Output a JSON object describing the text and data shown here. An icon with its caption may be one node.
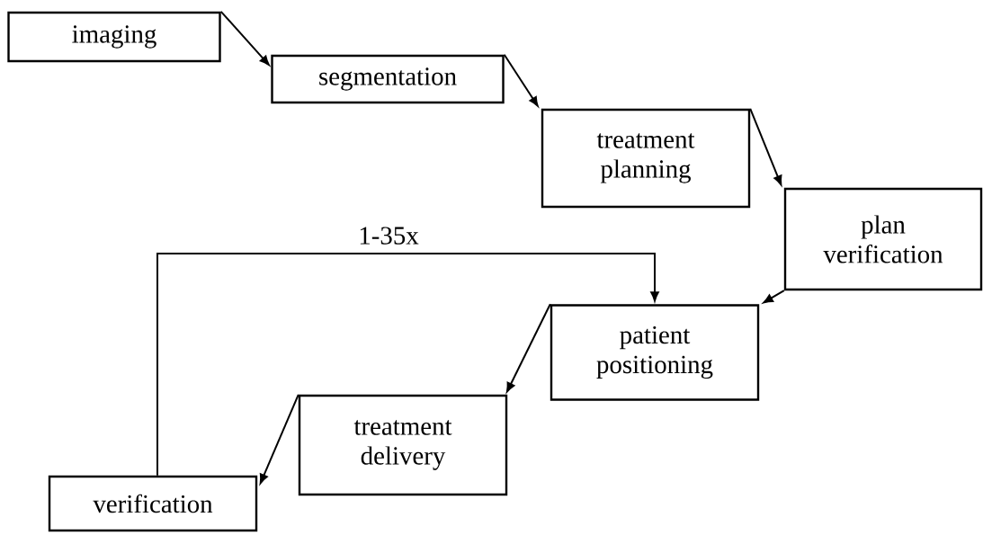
{
  "diagram": {
    "nodes": [
      {
        "text": [
          "imaging"
        ]
      },
      {
        "text": [
          "segmentation"
        ]
      },
      {
        "text": [
          "treatment planning"
        ]
      },
      {
        "text": [
          "plan verification"
        ]
      },
      {
        "text": [
          "patient positioning"
        ]
      },
      {
        "text": [
          "treatment delivery"
        ]
      },
      {
        "text": [
          "verification"
        ]
      }
    ],
    "edges": [
      {
        "from": 0,
        "to": 1,
        "arrow": "to"
      },
      {
        "from": 1,
        "to": 2,
        "arrow": "to"
      },
      {
        "from": 2,
        "to": 3,
        "arrow": "to"
      },
      {
        "from": 3,
        "to": 4,
        "arrow": "to"
      },
      {
        "from": 4,
        "to": 5,
        "arrow": "to"
      },
      {
        "from": 5,
        "to": 6,
        "arrow": "to"
      },
      {
        "from": 6,
        "to": 4,
        "arrow": "to",
        "label": "1-35x"
      }
    ]
  }
}
